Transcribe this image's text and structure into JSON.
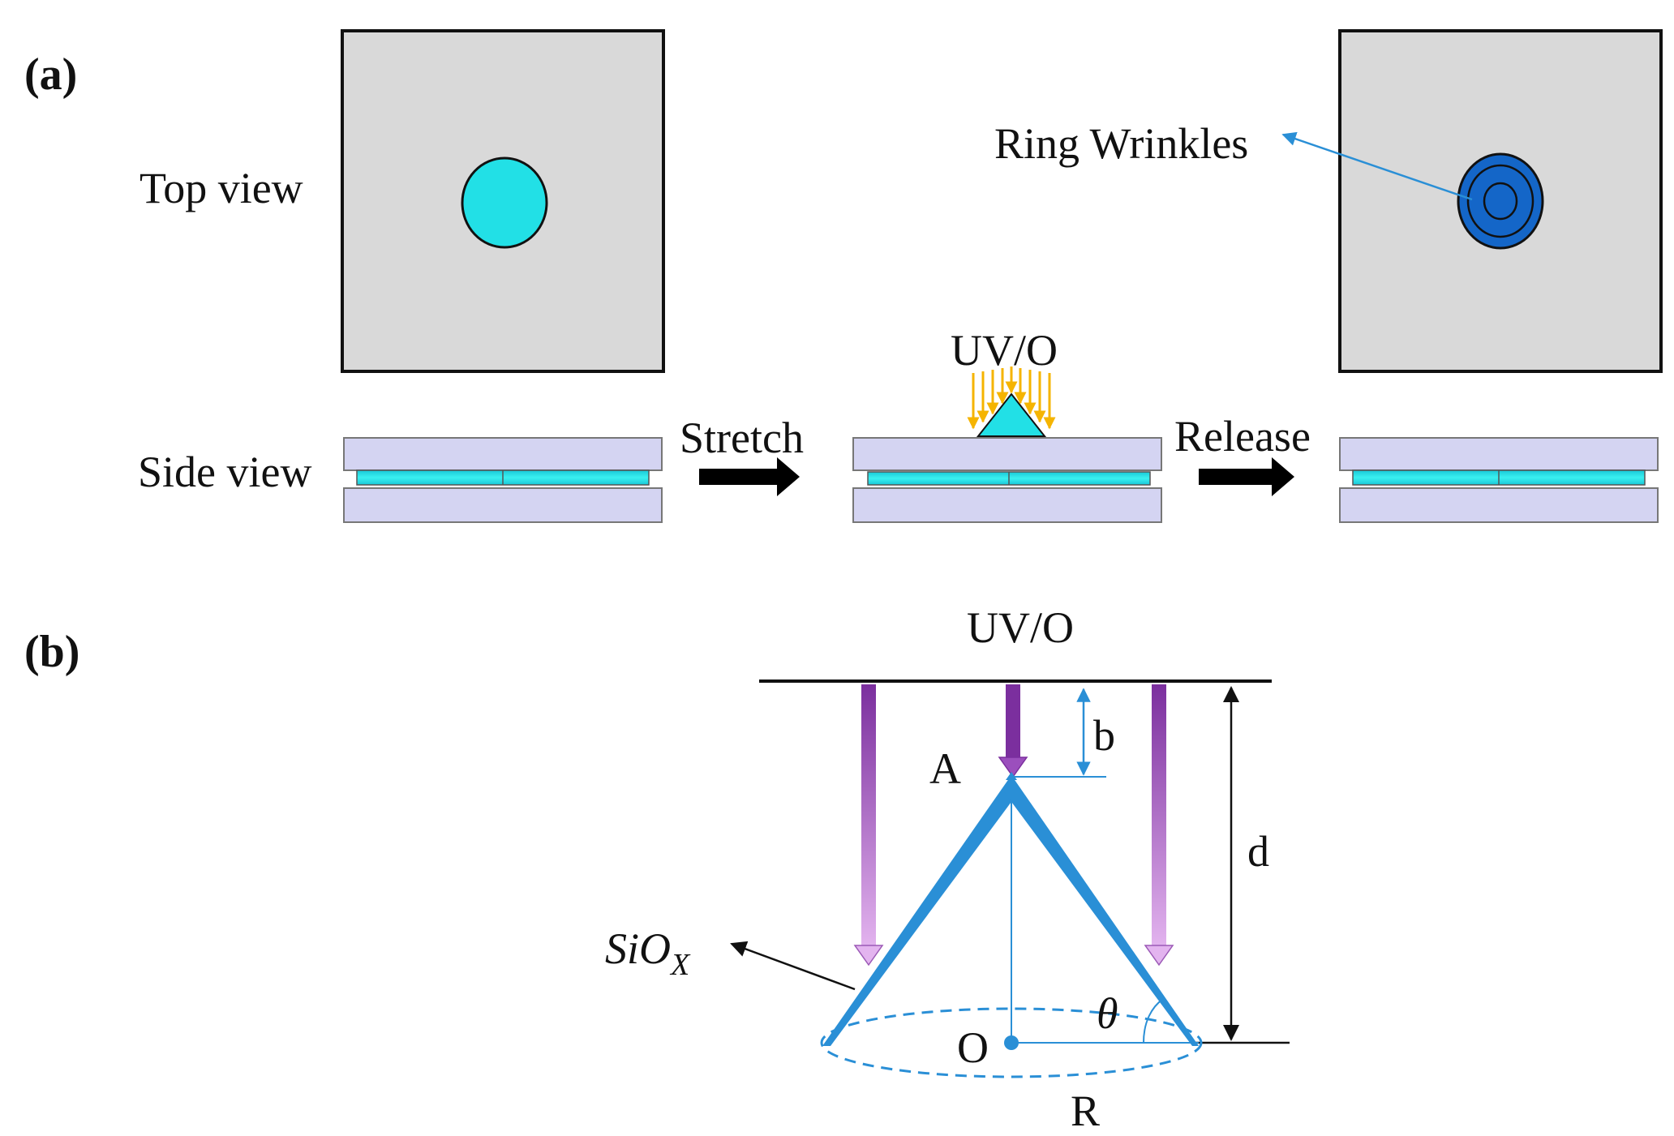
{
  "panel_a": {
    "label": "(a)",
    "top_view_label": "Top view",
    "side_view_label": "Side view",
    "stretch_label": "Stretch",
    "release_label": "Release",
    "uvo_label": "UV/O",
    "ring_wrinkles_label": "Ring Wrinkles"
  },
  "panel_b": {
    "label": "(b)",
    "uvo_label": "UV/O",
    "point_a": "A",
    "b_label": "b",
    "d_label": "d",
    "siox_main": "SiO",
    "siox_sub": "X",
    "theta_label": "θ",
    "point_o": "O",
    "r_label": "R"
  },
  "colors": {
    "substrate": "#d9d9d9",
    "pdms_layer": "#d4d4f2",
    "film_cyan": "#22e0e6",
    "wrinkle_blue": "#1466c8",
    "diagram_blue": "#2a8fd6",
    "uv_ray": "#f5b400",
    "uv_arrow_dark": "#7b2f9e",
    "uv_arrow_light": "#e3b4ef"
  }
}
